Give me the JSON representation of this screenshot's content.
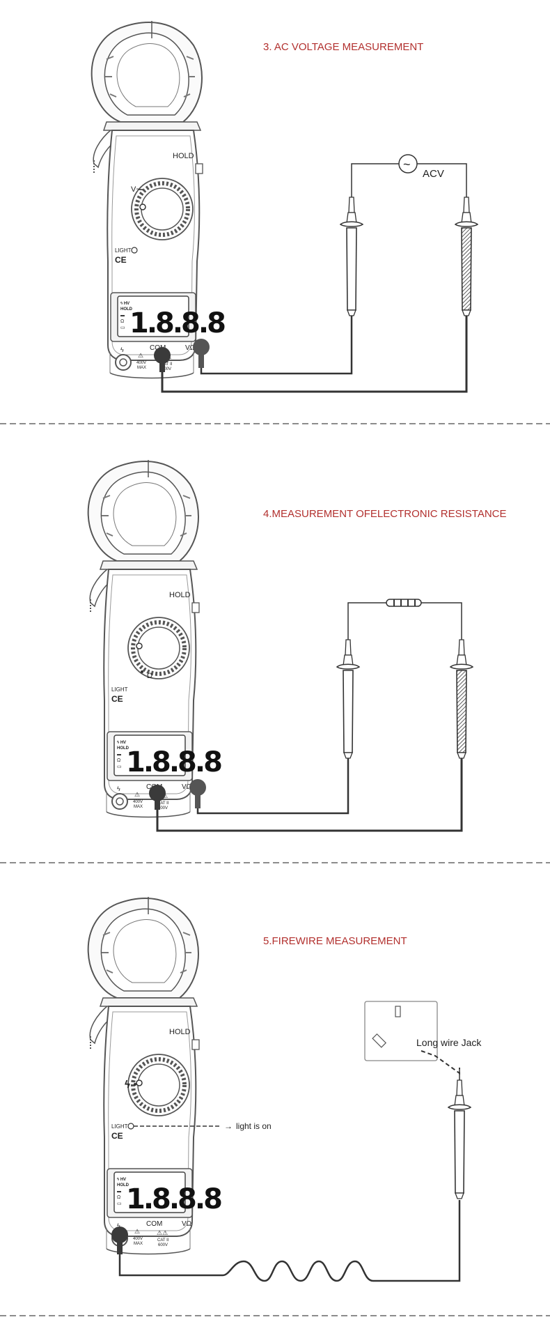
{
  "sections": [
    {
      "title": "3. AC VOLTAGE MEASUREMENT",
      "dial_symbol": "V~",
      "source_label": "ACV",
      "source_symbol": "~"
    },
    {
      "title": "4.MEASUREMENT OFELECTRONIC RESISTANCE",
      "dial_symbol": "Ω"
    },
    {
      "title": "5.FIREWIRE MEASUREMENT",
      "dial_symbol": "ϟ",
      "outlet_label": "Long wire Jack",
      "light_callout": "light is on"
    }
  ],
  "meter": {
    "hold": "HOLD",
    "light": "LIGHT",
    "ce": "CE",
    "lcd_digits": "1.8.8.8",
    "lcd_icons": [
      "ϟ HV",
      "HOLD",
      "▬",
      "Ω",
      "▭"
    ],
    "com": "COM",
    "vohm": "VΩ",
    "bolt": "ϟ",
    "max_top": "400V",
    "max_bottom": "MAX",
    "cat_top": "CAT II",
    "cat_bottom": "600V"
  }
}
